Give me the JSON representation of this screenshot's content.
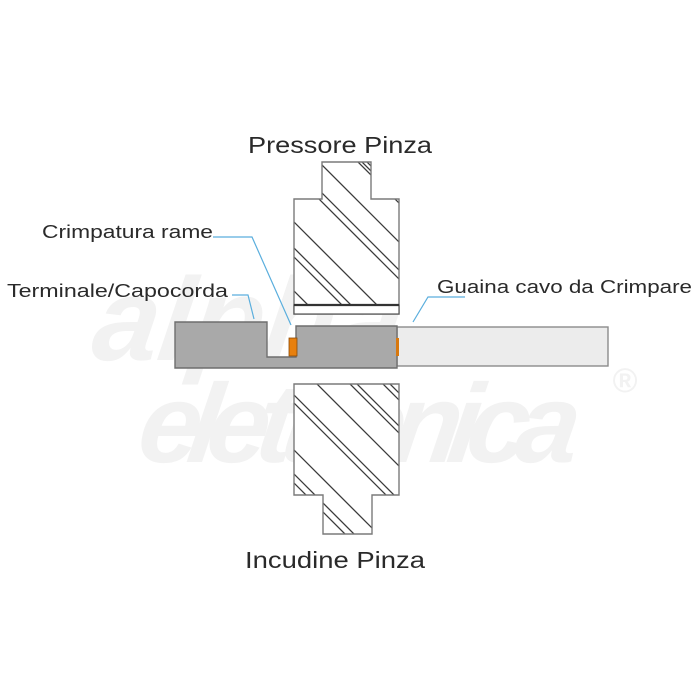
{
  "diagram": {
    "labels": {
      "upper_jaw": "Pressore Pinza",
      "lower_jaw": "Incudine Pinza",
      "copper_crimp": "Crimpatura rame",
      "terminal": "Terminale/Capocorda",
      "sheath": "Guaina cavo da Crimpare"
    },
    "watermark": {
      "line1": "alpha",
      "line2": "elettronica",
      "registered": "®"
    },
    "colors": {
      "background": "#ffffff",
      "terminal_fill": "#a9a9a9",
      "terminal_border": "#6e6e6e",
      "copper_crimp": "#e8800e",
      "sheath_fill": "#ececec",
      "sheath_border": "#8c8c8c",
      "leader_line": "#5aaedd",
      "hatch": "#3a3a3a",
      "text": "#2a2a2a"
    }
  }
}
